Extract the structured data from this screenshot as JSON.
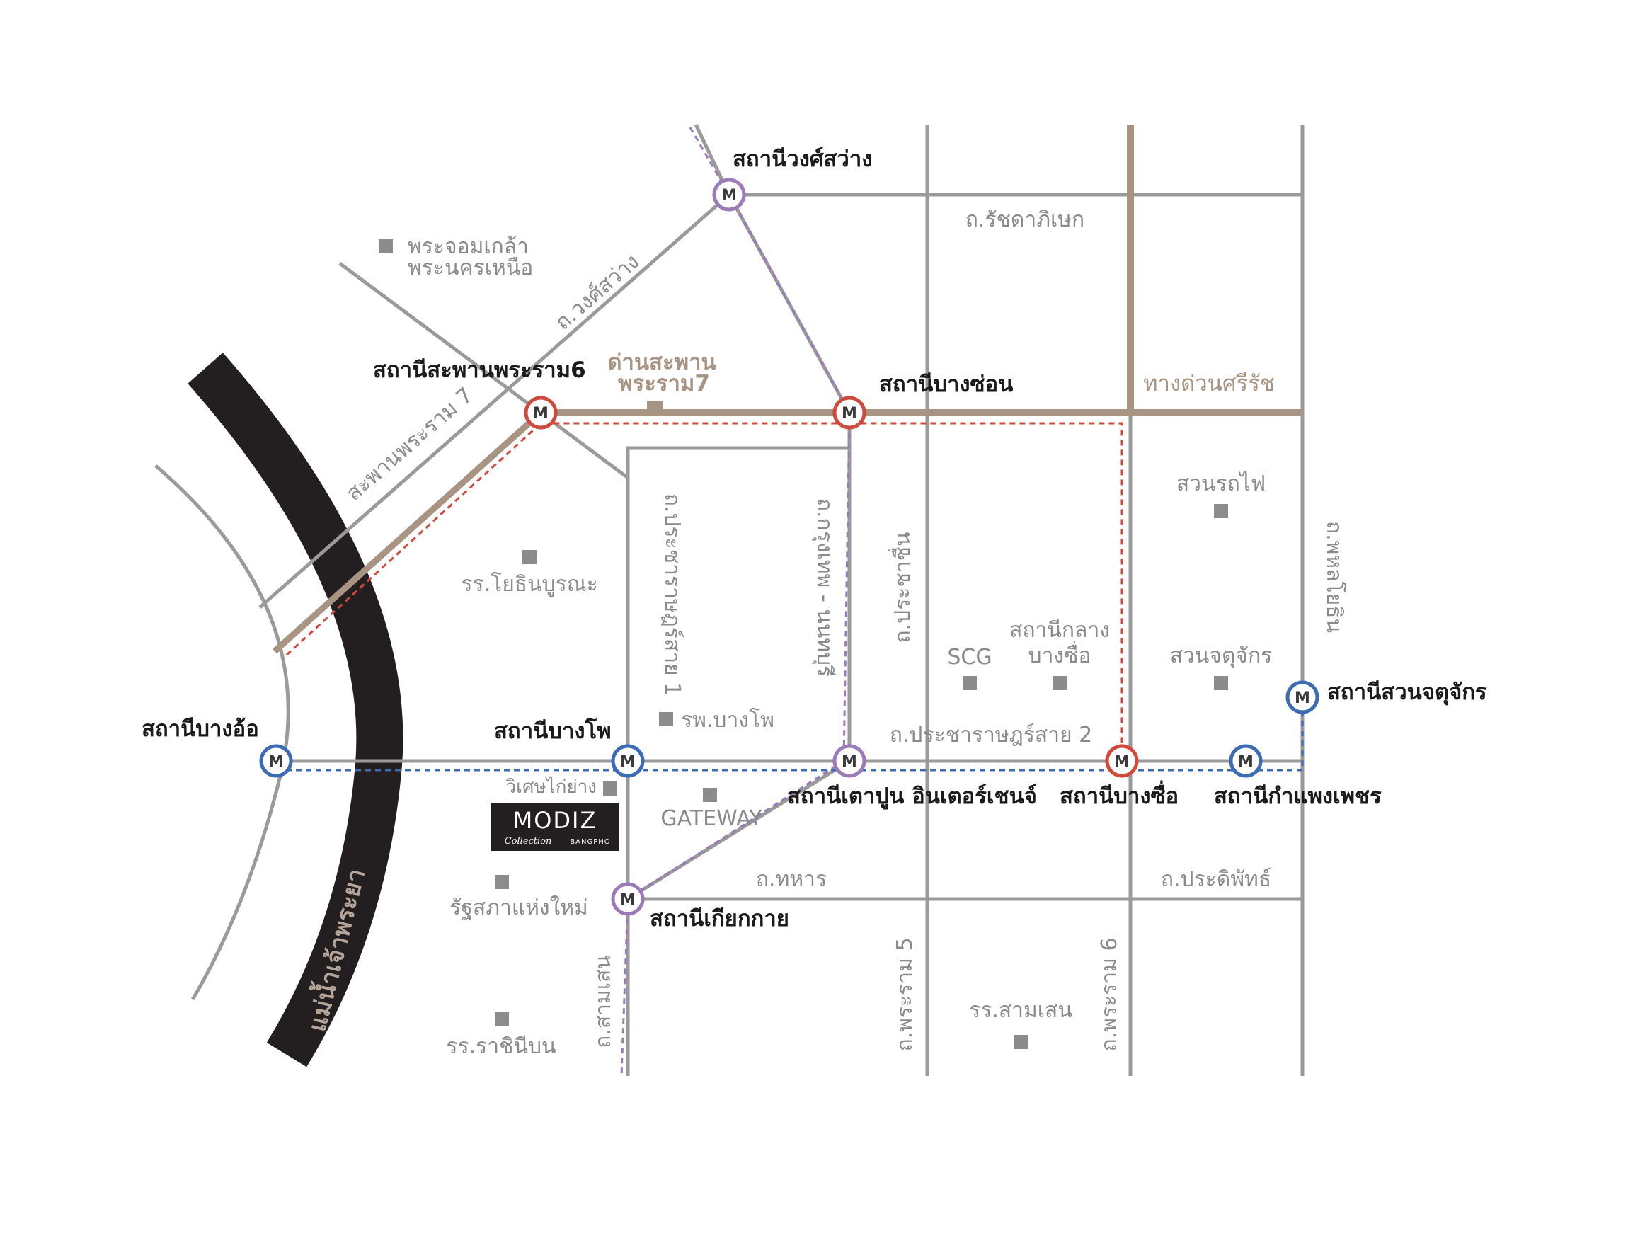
{
  "colors": {
    "road": "#9a9a9a",
    "expressway": "#a89483",
    "river": "#231f20",
    "blue_line": "#3c6bb4",
    "purple_line": "#9b7ab8",
    "red_line": "#cf4a3c",
    "poi_marker": "#8c8c8c"
  },
  "roads": {
    "ratchadaphisek": "ถ.รัชดาภิเษก",
    "wongsawang": "ถ.วงศ์สว่าง",
    "rama7_bridge": "สะพานพระราม 7",
    "pracharat1": "ถ.ประชาราษฎร์สาย 1",
    "krungthep_nonthaburi": "ถ.กรุงเทพ - นนทบุรี",
    "prachachuen": "ถ.ประชาชื่น",
    "phahonyothin": "ถ.พหลโยธิน",
    "pracharat2": "ถ.ประชาราษฎร์สาย 2",
    "thahan": "ถ.ทหาร",
    "pradiphat": "ถ.ประดิพัทธ์",
    "samsen": "ถ.สามเสน",
    "rama5": "ถ.พระราม 5",
    "rama6": "ถ.พระราม 6",
    "expressway_si_rat": "ทางด่วนศรีรัช"
  },
  "tollgate": {
    "line1": "ด่านสะพาน",
    "line2": "พระราม7"
  },
  "river": "แม่น้ำเจ้าพระยา",
  "stations": {
    "wongsawang": "สถานีวงศ์สว่าง",
    "saphan_rama6": "สถานีสะพานพระราม6",
    "bang_son": "สถานีบางซ่อน",
    "bang_o": "สถานีบางอ้อ",
    "bang_pho": "สถานีบางโพ",
    "tao_poon": "สถานีเตาปูน อินเตอร์เชนจ์",
    "bang_sue": "สถานีบางซื่อ",
    "kamphaeng_phet": "สถานีกำแพงเพชร",
    "suan_chatuchak": "สถานีสวนจตุจักร",
    "kiak_kai": "สถานีเกียกกาย"
  },
  "station_glyph": "M",
  "pois": {
    "kmutnb_1": "พระจอมเกล้า",
    "kmutnb_2": "พระนครเหนือ",
    "yothinburana": "รร.โยธินบูรณะ",
    "railway_park": "สวนรถไฟ",
    "central_1": "สถานีกลาง",
    "central_2": "บางซื่อ",
    "scg": "SCG",
    "chatuchak_park": "สวนจตุจักร",
    "bangpho_hospital": "รพ.บางโพ",
    "wiset_kai_yang": "วิเศษไก่ย่าง",
    "gateway": "GATEWAY",
    "parliament": "รัฐสภาแห่งใหม่",
    "rachinibon": "รร.ราชินีบน",
    "samsen_school": "รร.สามเสน"
  },
  "logo": {
    "brand": "MODIZ",
    "sub1": "Collection",
    "sub2": "BANGPHO"
  }
}
